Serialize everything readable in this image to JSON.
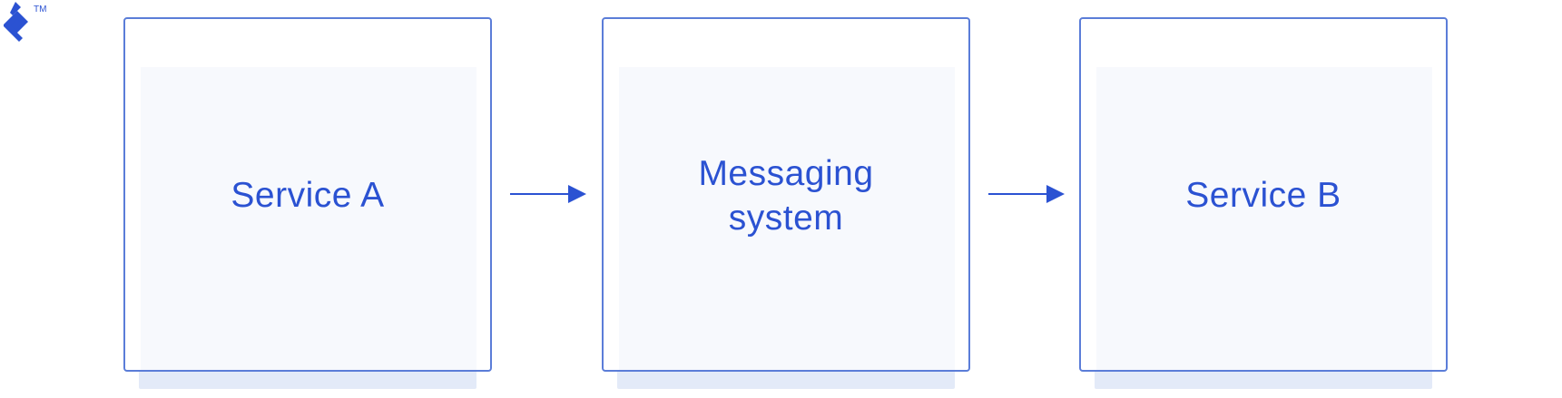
{
  "colors": {
    "accent": "#2b52d2",
    "border": "#5b7dd8",
    "inner_fill": "#f7f9fd",
    "shadow": "#e3eaf8"
  },
  "logo": {
    "icon": "toptal-logo-icon",
    "trademark": "TM"
  },
  "diagram": {
    "nodes": [
      {
        "id": "service-a",
        "label": "Service A"
      },
      {
        "id": "messaging-system",
        "label": "Messaging\nsystem"
      },
      {
        "id": "service-b",
        "label": "Service B"
      }
    ],
    "edges": [
      {
        "from": "service-a",
        "to": "messaging-system"
      },
      {
        "from": "messaging-system",
        "to": "service-b"
      }
    ]
  }
}
